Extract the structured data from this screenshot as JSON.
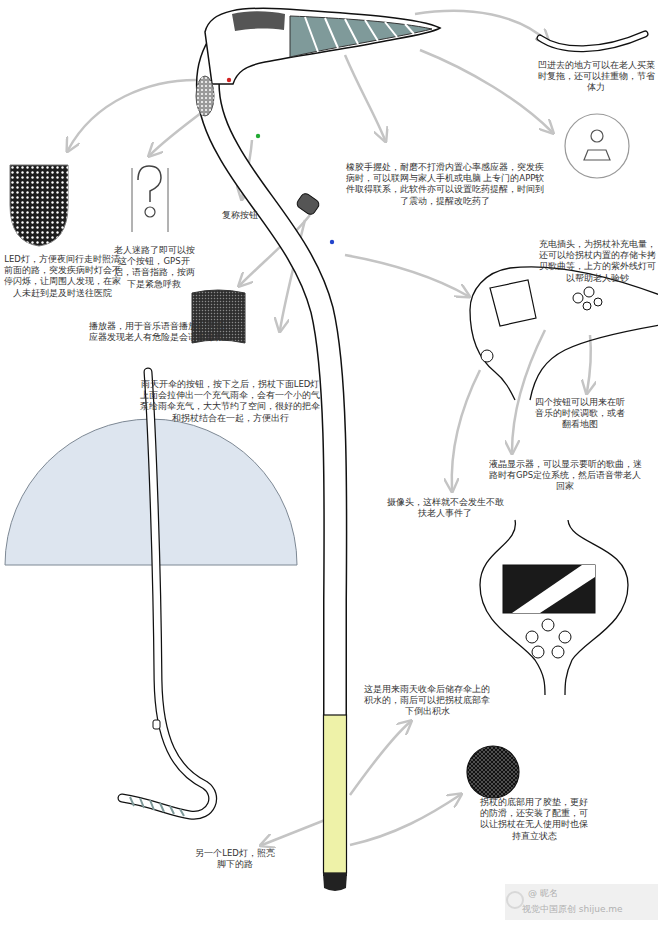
{
  "diagram": {
    "labels": [
      "凹进去的地方可以在老人买菜时复拖，还可以挂重物，节省体力",
      "橡胶手握处，耐磨不打滑内置心率感应器，突发疾病时，可以联网与家人手机或电脑 上专门的APP软件取得联系，此软件亦可以设置吃药提醒，时间到了震动，提醒改吃药了",
      "复称按钮",
      "充电插头，为拐杖补充电量，还可以给拐杖内置的存储卡拷贝歌曲等，上方的紫外线灯可以帮助老人验钞",
      "老人迷路了即可以按这个按钮，GPS开启，语音指路，按两下是紧急呼救",
      "LED灯，方便夜间行走时照清前面的路，突发疾病时灯会不停闪烁，让周围人发现，在家人未赶到是及时送往医院",
      "播放器，用于音乐语音播放心率感应器发现老人有危险是会语音呼救",
      "雨天开伞的按钮，按下之后，拐杖下面LED灯上面会拉伸出一个充气雨伞，会有一个小的气泵给雨伞充气，大大节约了空间，很好的把伞和拐杖结合在一起，方便出行",
      "四个按钮可以用来在听音乐的时候调歌，或者翻看地图",
      "液晶显示器，可以显示要听的歌曲，迷路时有GPS定位系统，然后语音带老人回家",
      "摄像头，这样就不会发生不敢扶老人事件了",
      "这是用来雨天收伞后储存伞上的积水的，雨后可以把拐杖底部拿下倒出积水",
      "拐杖的底部用了胶垫，更好的防滑，还安装了配重，可以让拐杖在无人使用时也保持直立状态",
      "另一个LED灯，照亮脚下的路",
      "@ 昵名",
      "视觉中国原创 shijue.me"
    ]
  }
}
